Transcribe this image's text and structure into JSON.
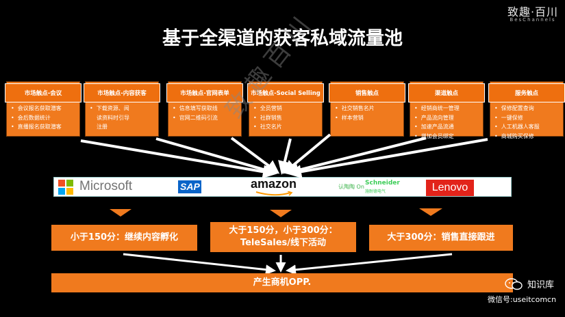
{
  "brand": {
    "name": "致趣·百川",
    "sub": "BesChannels"
  },
  "title": "基于全渠道的获客私域流量池",
  "touchpoints": [
    {
      "label": "市场触点-会议",
      "items": [
        {
          "text": "会议报名获取潜客",
          "bullet": true
        },
        {
          "text": "会后数据统计",
          "bullet": true
        },
        {
          "text": "直播报名获取潜客",
          "bullet": true
        }
      ]
    },
    {
      "label": "市场触点-内容获客",
      "items": [
        {
          "text": "下载资源、阅",
          "bullet": true
        },
        {
          "text": "读资料时引导",
          "bullet": false
        },
        {
          "text": "注册",
          "bullet": false
        }
      ]
    },
    {
      "label": "市场触点-官网表单",
      "items": [
        {
          "text": "信息填写获取线",
          "bullet": true
        },
        {
          "text": "官网二维码引流",
          "bullet": true
        }
      ]
    },
    {
      "label": "市场触点-Social Selling",
      "items": [
        {
          "text": "全员营销",
          "bullet": true
        },
        {
          "text": "社群销售",
          "bullet": true
        },
        {
          "text": "社交名片",
          "bullet": true
        }
      ]
    },
    {
      "label": "销售触点",
      "items": [
        {
          "text": "社交销售名片",
          "bullet": true
        },
        {
          "text": "样本营销",
          "bullet": true
        }
      ]
    },
    {
      "label": "渠道触点",
      "items": [
        {
          "text": "经销商统一管理",
          "bullet": true
        },
        {
          "text": "产品流向管理",
          "bullet": true
        },
        {
          "text": "加速产品流通",
          "bullet": true
        },
        {
          "text": "增加会员绑定",
          "bullet": true
        }
      ]
    },
    {
      "label": "服务触点",
      "items": [
        {
          "text": "保修配置查询",
          "bullet": true
        },
        {
          "text": "一键保修",
          "bullet": true
        },
        {
          "text": "人工机器人客服",
          "bullet": true
        },
        {
          "text": "商城购买保修",
          "bullet": true
        }
      ]
    }
  ],
  "logos": {
    "microsoft": "Microsoft",
    "sap": "SAP",
    "amazon": "amazon",
    "partner": "认陶陶 On",
    "schneider": "Schneider",
    "schneider_sub": "施耐德电气",
    "lenovo": "Lenovo"
  },
  "scores": [
    {
      "text": "小于150分：继续内容孵化"
    },
    {
      "text": "大于150分，小于300分：\nTeleSales/线下活动"
    },
    {
      "text": "大于300分：销售直接跟进"
    }
  ],
  "result": "产生商机OPP.",
  "watermark": "致趣百川",
  "footer": {
    "label": "知识库",
    "wechat": "微信号:useitcomcn"
  },
  "colors": {
    "accent": "#f07a1e",
    "background": "#000000"
  }
}
